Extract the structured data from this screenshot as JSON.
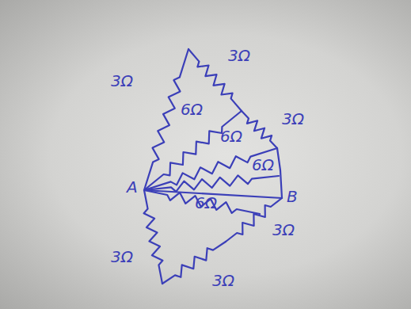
{
  "diagram": {
    "labels": [
      "3Ω",
      "3Ω",
      "6Ω",
      "3Ω",
      "6Ω",
      "6Ω",
      "A",
      "B",
      "6Ω",
      "3Ω",
      "3Ω",
      "3Ω"
    ]
  }
}
